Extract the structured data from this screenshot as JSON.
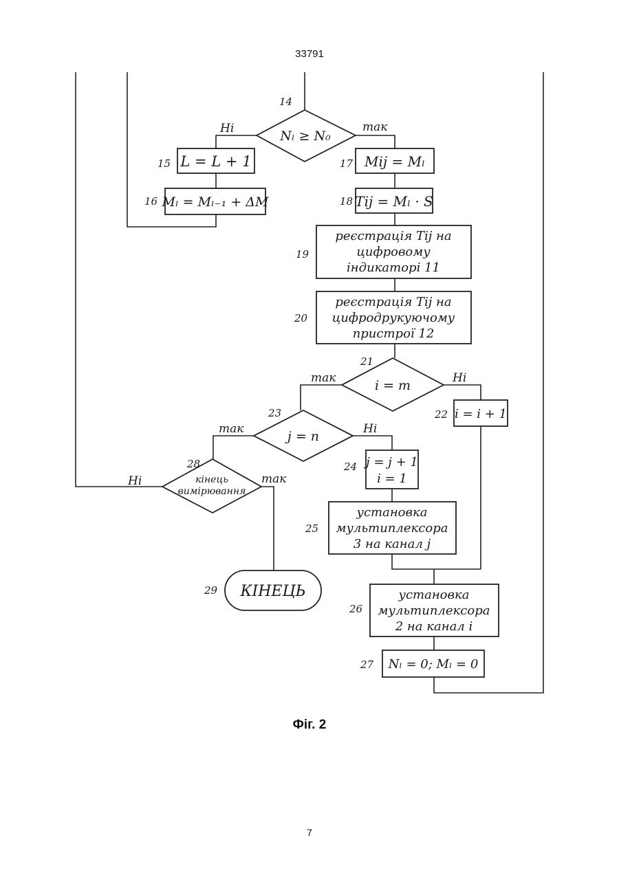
{
  "header": {
    "patent_number": "33791"
  },
  "footer": {
    "figure_caption": "Фіг. 2",
    "page_number": "7"
  },
  "flowchart": {
    "blocks": {
      "b14": {
        "num": "14",
        "text": "Nₗ ≥ N₀"
      },
      "b15": {
        "num": "15",
        "text": "L = L + 1"
      },
      "b16": {
        "num": "16",
        "text": "Mₗ = Mₗ₋₁ + ΔM"
      },
      "b17": {
        "num": "17",
        "text": "Mij = Mₗ"
      },
      "b18": {
        "num": "18",
        "text": "Tij = Mₗ · S"
      },
      "b19": {
        "num": "19",
        "lines": [
          "реєстрація Tij на",
          "цифровому",
          "індикаторі 11"
        ]
      },
      "b20": {
        "num": "20",
        "lines": [
          "реєстрація Tij на",
          "цифродрукуючому",
          "пристрої 12"
        ]
      },
      "b21": {
        "num": "21",
        "text": "i = m"
      },
      "b22": {
        "num": "22",
        "text": "i = i + 1"
      },
      "b23": {
        "num": "23",
        "text": "j = n"
      },
      "b24": {
        "num": "24",
        "lines": [
          "j = j + 1",
          "i = 1"
        ]
      },
      "b25": {
        "num": "25",
        "lines": [
          "установка",
          "мультиплексора",
          "3 на канал j"
        ]
      },
      "b26": {
        "num": "26",
        "lines": [
          "установка",
          "мультиплексора",
          "2 на канал i"
        ]
      },
      "b27": {
        "num": "27",
        "text": "Nₗ = 0; Mₗ = 0"
      },
      "b28": {
        "num": "28",
        "lines": [
          "кінець",
          "вимірювання"
        ]
      },
      "b29": {
        "num": "29",
        "text": "КІНЕЦЬ"
      }
    },
    "labels": {
      "b14_no": "Ні",
      "b14_yes": "так",
      "b21_yes": "так",
      "b21_no": "Ні",
      "b23_yes": "так",
      "b23_no": "Ні",
      "b28_no": "Ні",
      "b28_yes": "так"
    }
  }
}
